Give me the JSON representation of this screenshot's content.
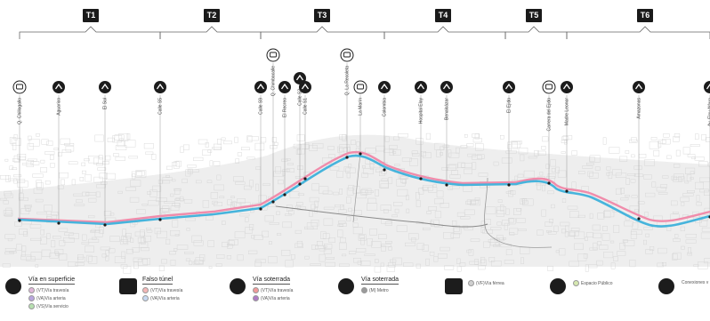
{
  "segments": [
    {
      "label": "T1"
    },
    {
      "label": "T2"
    },
    {
      "label": "T3"
    },
    {
      "label": "T4"
    },
    {
      "label": "T5"
    },
    {
      "label": "T6"
    }
  ],
  "stations": [
    {
      "label": "Q. Chillogallo",
      "icon": "train-icon"
    },
    {
      "label": "Aguarico",
      "icon": "bus-icon"
    },
    {
      "label": "El Sol",
      "icon": "bus-icon"
    },
    {
      "label": "Calle S5",
      "icon": "bus-icon"
    },
    {
      "label": "Calle S9",
      "icon": "bus-icon"
    },
    {
      "label": "Q. Chimbacalle",
      "icon": "train-icon"
    },
    {
      "label": "El Recreo",
      "icon": "bus-icon"
    },
    {
      "label": "Calle S3",
      "icon": "bus-icon"
    },
    {
      "label": "Calle S1",
      "icon": "bus-icon"
    },
    {
      "label": "Q. La Recoleta",
      "icon": "train-icon"
    },
    {
      "label": "La Marín",
      "icon": "train-icon"
    },
    {
      "label": "Colombia",
      "icon": "bus-icon"
    },
    {
      "label": "Hospital Eloy",
      "icon": "bus-icon"
    },
    {
      "label": "Benalcázar",
      "icon": "bus-icon"
    },
    {
      "label": "El Ejido",
      "icon": "bus-icon"
    },
    {
      "label": "Carrera del Ejido",
      "icon": "train-icon"
    },
    {
      "label": "Madre Leonor",
      "icon": "bus-icon"
    },
    {
      "label": "Amazonas",
      "icon": "bus-icon"
    },
    {
      "label": "Av. Eloy Alfaro",
      "icon": "bus-icon"
    }
  ],
  "legend": {
    "items": [
      {
        "title": "Vía en superficie",
        "icon": "car-icon",
        "rows": [
          {
            "label": "(VT)Vía travesía",
            "color": "#e0b7d9"
          },
          {
            "label": "(VA)Vía arteria",
            "color": "#b9a6e0"
          },
          {
            "label": "(VS)Vía servicio",
            "color": "#b7e0b0"
          }
        ]
      },
      {
        "title": "Falso túnel",
        "icon": "tunnel-icon",
        "rows": [
          {
            "label": "(VT)Vía travesía",
            "color": "#f4b7b7"
          },
          {
            "label": "(VA)Vía arteria",
            "color": "#c7d9f2"
          }
        ]
      },
      {
        "title": "Vía soterrada",
        "icon": "car-underground-icon",
        "rows": [
          {
            "label": "(VT)Vía travesía",
            "color": "#f29a9a"
          },
          {
            "label": "(VA)Vía arteria",
            "color": "#b07cc7"
          }
        ]
      },
      {
        "title": "Vía soterrada",
        "icon": "metro-icon",
        "rows": [
          {
            "label": "(M) Metro",
            "color": "#9a9a9a"
          }
        ]
      },
      {
        "title": "",
        "icon": "rail-icon",
        "rows": [
          {
            "label": "(VF)Vía férrea",
            "color": "#cfcfcf"
          }
        ]
      },
      {
        "title": "",
        "icon": "tree-icon",
        "rows": [
          {
            "label": "Espacio Público",
            "color": "#d6e8b0"
          }
        ]
      },
      {
        "title": "",
        "icon": "pin-icon",
        "rows": [
          {
            "label": "Conexiones v",
            "color": ""
          }
        ]
      }
    ]
  },
  "colors": {
    "route_blue": "#46b4dc",
    "route_pink": "#f08cab",
    "city_gray": "#d5d5d5",
    "dark": "#1c1c1c"
  }
}
